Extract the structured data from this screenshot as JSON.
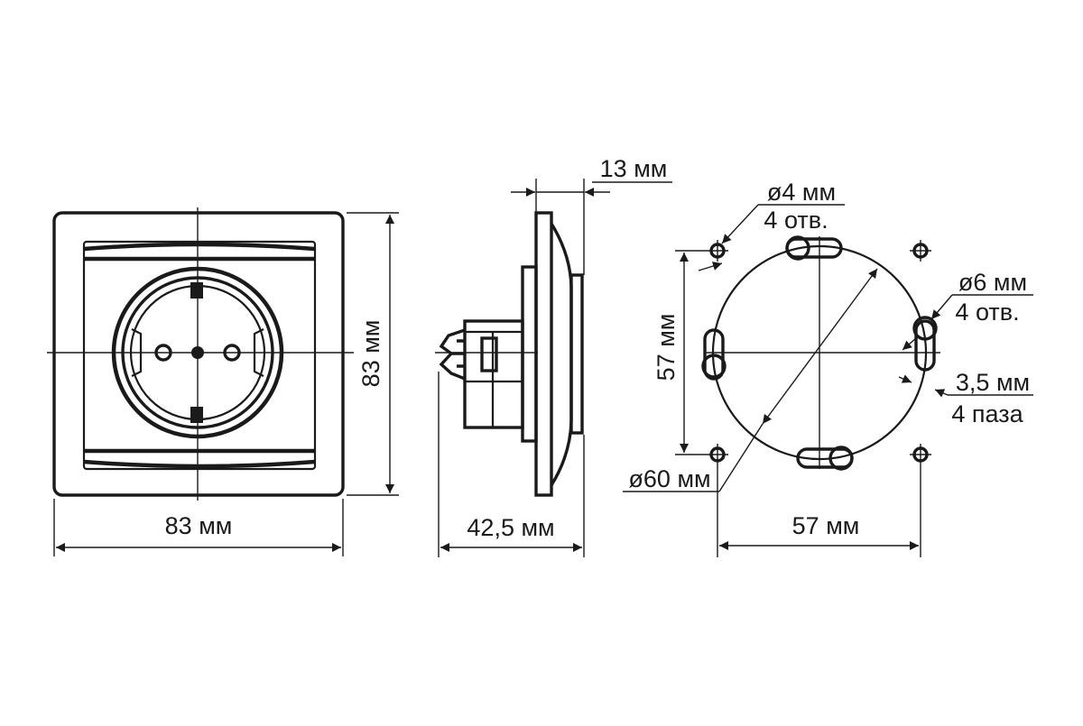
{
  "front_view": {
    "width_label": "83 мм",
    "height_label": "83 мм"
  },
  "side_view": {
    "depth_label": "42,5 мм",
    "protrusion_label": "13 мм"
  },
  "mount_view": {
    "hole_spacing_h_label": "57 мм",
    "hole_spacing_v_label": "57 мм",
    "diameter_label": "ø60 мм",
    "small_holes_size": "ø4 мм",
    "small_holes_count": "4 отв.",
    "large_holes_size": "ø6 мм",
    "large_holes_count": "4 отв.",
    "slots_size": "3,5 мм",
    "slots_count": "4 паза"
  },
  "colors": {
    "line": "#1a1a1a",
    "background": "#ffffff"
  }
}
